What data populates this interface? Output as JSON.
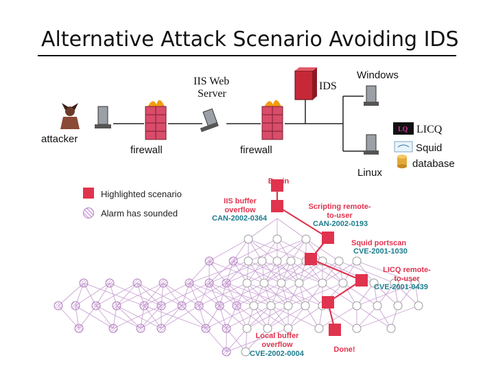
{
  "title": "Alternative Attack Scenario Avoiding IDS",
  "network": {
    "iis": [
      "IIS Web",
      "Server"
    ],
    "ids": "IDS",
    "windows": "Windows",
    "attacker": "attacker",
    "firewall1": "firewall",
    "firewall2": "firewall",
    "licq": "LICQ",
    "squid": "Squid",
    "database": "database",
    "linux": "Linux"
  },
  "legend": {
    "highlighted": "Highlighted scenario",
    "alarm": "Alarm has sounded"
  },
  "graph": {
    "begin": "Begin",
    "iis_buffer": [
      "IIS buffer",
      "overflow"
    ],
    "iis_cve": "CAN-2002-0364",
    "scripting": [
      "Scripting remote-",
      "to-user"
    ],
    "scripting_cve": "CAN-2002-0193",
    "squid_scan": "Squid portscan",
    "squid_cve": "CVE-2001-1030",
    "licq_r2u": [
      "LICQ remote-",
      "to-user"
    ],
    "licq_cve": "CVE-2001-0439",
    "local_buffer": [
      "Local buffer",
      "overflow"
    ],
    "local_cve": "CVE-2002-0004",
    "done": "Done!"
  },
  "colors": {
    "highlight": "#e0334e",
    "cve": "#1b7c8c",
    "edge": "#c9a3d3"
  }
}
